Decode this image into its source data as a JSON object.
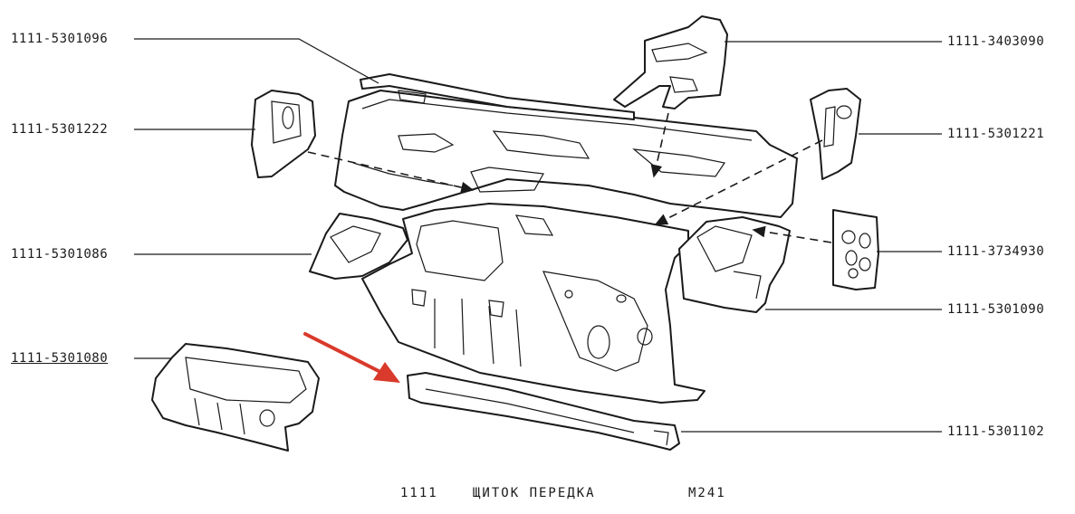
{
  "labels": {
    "p5301096": "1111-5301096",
    "p5301222": "1111-5301222",
    "p5301086": "1111-5301086",
    "p5301080": "1111-5301080",
    "p3403090": "1111-3403090",
    "p5301221": "1111-5301221",
    "p3734930": "1111-3734930",
    "p5301090": "1111-5301090",
    "p5301102": "1111-5301102"
  },
  "footer": {
    "model": "1111",
    "title": "ЩИТОК ПЕРЕДКА",
    "code": "М241"
  },
  "colors": {
    "line": "#1a1a1a",
    "arrow": "#d93a2b",
    "background": "#ffffff"
  }
}
